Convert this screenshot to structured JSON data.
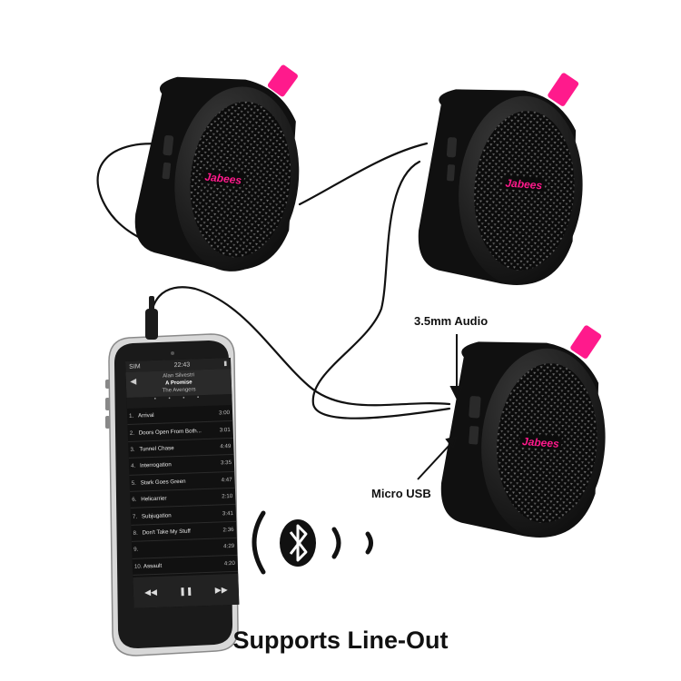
{
  "callouts": {
    "audio_label": "3.5mm Audio",
    "usb_label": "Micro USB"
  },
  "caption": "Supports Line-Out",
  "brand": "Jabees",
  "colors": {
    "speaker_body": "#141414",
    "accent_pink": "#ff1a8c",
    "cable": "#111111"
  },
  "phone": {
    "status_left": "SIM",
    "status_time": "22:43",
    "artist": "Alan Silvestri",
    "song": "A Promise",
    "album": "The Avengers",
    "tracks": [
      {
        "num": "1.",
        "title": "Arrival",
        "duration": "3:00"
      },
      {
        "num": "2.",
        "title": "Doors Open From Both...",
        "duration": "3:01"
      },
      {
        "num": "3.",
        "title": "Tunnel Chase",
        "duration": "4:49"
      },
      {
        "num": "4.",
        "title": "Interrogation",
        "duration": "3:35"
      },
      {
        "num": "5.",
        "title": "Stark Goes Green",
        "duration": "4:47"
      },
      {
        "num": "6.",
        "title": "Helicarrier",
        "duration": "2:10"
      },
      {
        "num": "7.",
        "title": "Subjugation",
        "duration": "3:41"
      },
      {
        "num": "8.",
        "title": "Don't Take My Stuff",
        "duration": "2:36"
      },
      {
        "num": "9.",
        "title": "",
        "duration": "4:29"
      },
      {
        "num": "10.",
        "title": "Assault",
        "duration": "4:20"
      }
    ]
  },
  "icons": {
    "bluetooth": "bluetooth-icon",
    "speaker_grille": "grille"
  }
}
